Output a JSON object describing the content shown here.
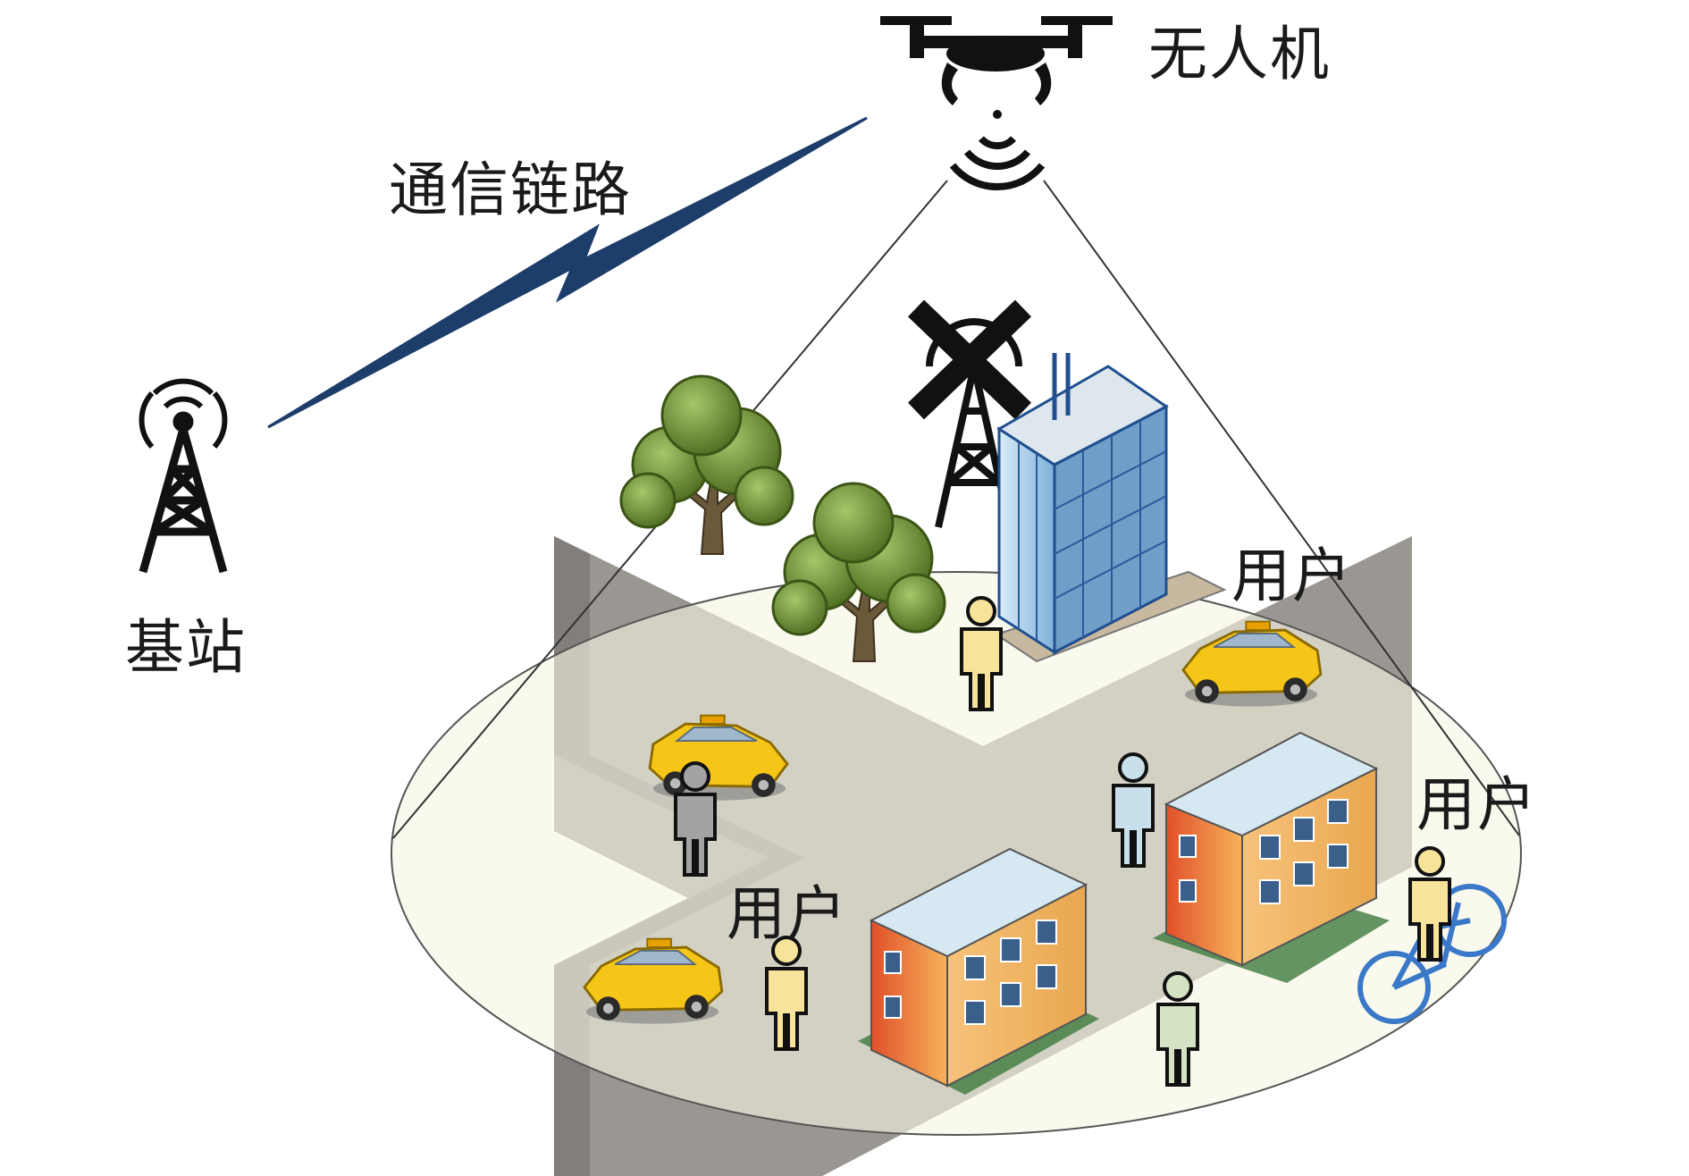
{
  "labels": {
    "uav": "无人机",
    "link": "通信链路",
    "base_station": "基站",
    "user_top": "用户",
    "user_right": "用户",
    "user_left": "用户"
  },
  "colors": {
    "road": "#9a9692",
    "road_dark": "#6f6c69",
    "coverage": "#f7f6e4",
    "link_line": "#1d3d6b",
    "taxi": "#f5c518",
    "tree": "#6f8f2e",
    "user_yellow": "#f7e39a",
    "user_gray": "#a3a3a3",
    "user_blue": "#c7e0ec",
    "user_green": "#d6e2c4",
    "building_orange": "#ee8a3a",
    "glass": "#9fc6e6"
  }
}
